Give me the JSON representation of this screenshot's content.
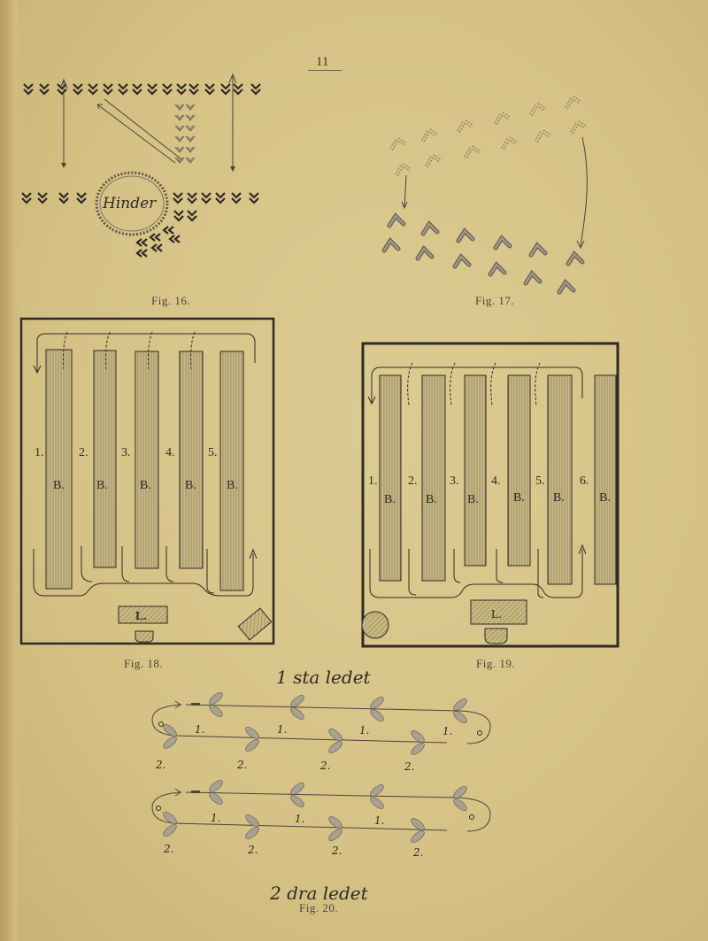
{
  "page": {
    "number": "11"
  },
  "fig16": {
    "caption": "Fig. 16.",
    "obstacle_label": "Hinder"
  },
  "fig17": {
    "caption": "Fig. 17."
  },
  "fig18": {
    "caption": "Fig. 18.",
    "row_labels": [
      "1.",
      "2.",
      "3.",
      "4.",
      "5."
    ],
    "bed_label": "B.",
    "bed_count": 5,
    "center_box_label": "L."
  },
  "fig19": {
    "caption": "Fig. 19.",
    "row_labels": [
      "1.",
      "2.",
      "3.",
      "4.",
      "5.",
      "6."
    ],
    "bed_label": "B.",
    "bed_count": 6,
    "center_box_label": "L."
  },
  "fig20": {
    "caption": "Fig. 20.",
    "top_title": "1 sta ledet",
    "bottom_title": "2 dra ledet",
    "marker_1": "1.",
    "marker_2": "2."
  },
  "colors": {
    "paper": "#d9c48a",
    "ink": "#2e2a25",
    "hatch": "#8a8070"
  }
}
